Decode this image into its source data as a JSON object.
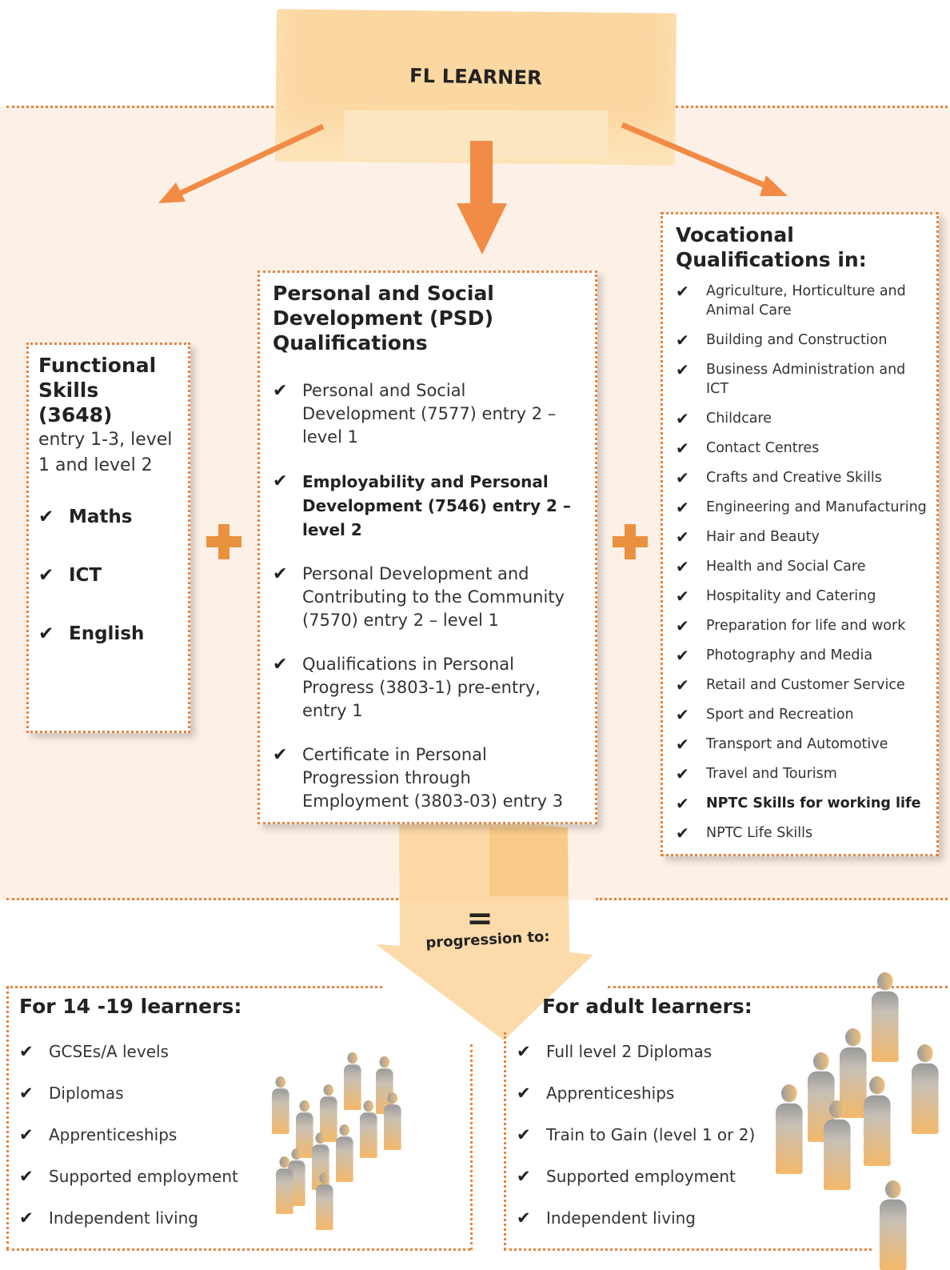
{
  "top": {
    "title": "FL LEARNER"
  },
  "functional": {
    "title": "Functional Skills (3648)",
    "subtitle": "entry 1-3, level 1 and level 2",
    "items": [
      "Maths",
      "ICT",
      "English"
    ]
  },
  "psd": {
    "title": "Personal and Social Development (PSD) Qualifications",
    "items": [
      {
        "text": "Personal and Social Development (7577) entry 2 – level 1",
        "bold": false
      },
      {
        "text": "Employability and Personal Development (7546) entry 2 – level 2",
        "bold": true
      },
      {
        "text": "Personal Development and Contributing to the Community (7570) entry 2 – level 1",
        "bold": false
      },
      {
        "text": "Qualifications in Personal Progress (3803-1) pre-entry, entry 1",
        "bold": false
      },
      {
        "text": "Certificate in Personal Progression through Employment (3803-03) entry 3",
        "bold": false
      }
    ]
  },
  "vocational": {
    "title": "Vocational Qualifications in:",
    "items": [
      {
        "text": "Agriculture, Horticulture and Animal Care",
        "bold": false
      },
      {
        "text": "Building and Construction",
        "bold": false
      },
      {
        "text": "Business Administration and ICT",
        "bold": false
      },
      {
        "text": "Childcare",
        "bold": false
      },
      {
        "text": "Contact Centres",
        "bold": false
      },
      {
        "text": "Crafts and Creative Skills",
        "bold": false
      },
      {
        "text": "Engineering and Manufacturing",
        "bold": false
      },
      {
        "text": "Hair and Beauty",
        "bold": false
      },
      {
        "text": "Health and Social Care",
        "bold": false
      },
      {
        "text": "Hospitality and Catering",
        "bold": false
      },
      {
        "text": "Preparation for life and work",
        "bold": false
      },
      {
        "text": "Photography and Media",
        "bold": false
      },
      {
        "text": "Retail and Customer Service",
        "bold": false
      },
      {
        "text": "Sport and Recreation",
        "bold": false
      },
      {
        "text": "Transport and Automotive",
        "bold": false
      },
      {
        "text": "Travel and Tourism",
        "bold": false
      },
      {
        "text": "NPTC Skills for working life",
        "bold": true
      },
      {
        "text": "NPTC Life Skills",
        "bold": false
      }
    ]
  },
  "progression": {
    "equals": "=",
    "label": "progression to:"
  },
  "youth": {
    "title": "For 14 -19 learners:",
    "items": [
      "GCSEs/A levels",
      "Diplomas",
      "Apprenticeships",
      "Supported employment",
      "Independent living"
    ]
  },
  "adult": {
    "title": "For adult learners:",
    "items": [
      "Full level 2 Diplomas",
      "Apprenticeships",
      "Train to Gain (level 1 or 2)",
      "Supported employment",
      "Independent living"
    ]
  },
  "check_mark": "✔",
  "colors": {
    "accent": "#e9823c",
    "arrow": "#f28b45",
    "banner": "#fbd7a2",
    "band": "#fdf1e7"
  },
  "icons": [
    "check-icon",
    "plus-icon",
    "arrow-icon",
    "person-icon"
  ]
}
